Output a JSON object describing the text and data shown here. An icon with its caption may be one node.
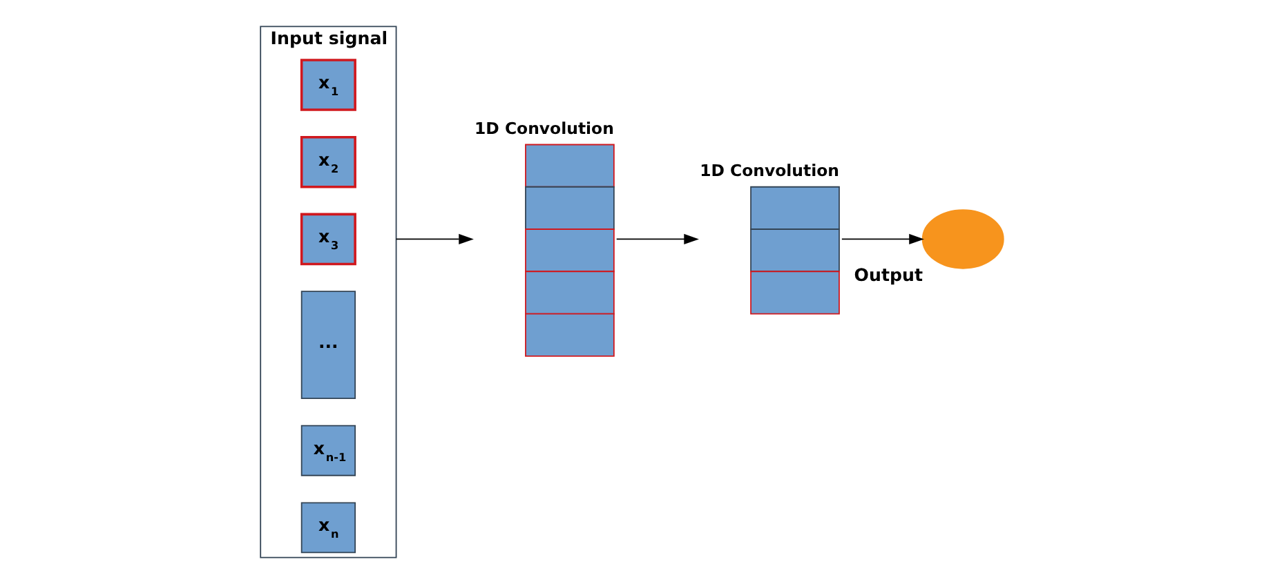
{
  "diagram": {
    "nodes": [
      {
        "text": [
          "Input signal"
        ]
      },
      {
        "text": [
          "x$_{1}$"
        ],
        "in": 0
      },
      {
        "text": [
          "x$_{2}$"
        ],
        "in": 0
      },
      {
        "text": [
          "x$_{3}$"
        ],
        "in": 0
      },
      {
        "text": [
          "..."
        ],
        "in": 0
      },
      {
        "text": [
          "x$_{n-1}$"
        ],
        "in": 0
      },
      {
        "text": [
          "x$_{n}$"
        ],
        "in": 0
      },
      {
        "text": [
          "1D Convolution"
        ]
      },
      {
        "text": [
          "1D Convolution"
        ]
      },
      {
        "text": [
          "Output"
        ]
      }
    ],
    "edges": [
      {
        "from": 0,
        "to": 7,
        "arrow": "to"
      },
      {
        "from": 7,
        "to": 8,
        "arrow": "to"
      },
      {
        "from": 8,
        "to": 9,
        "arrow": "to"
      }
    ]
  }
}
